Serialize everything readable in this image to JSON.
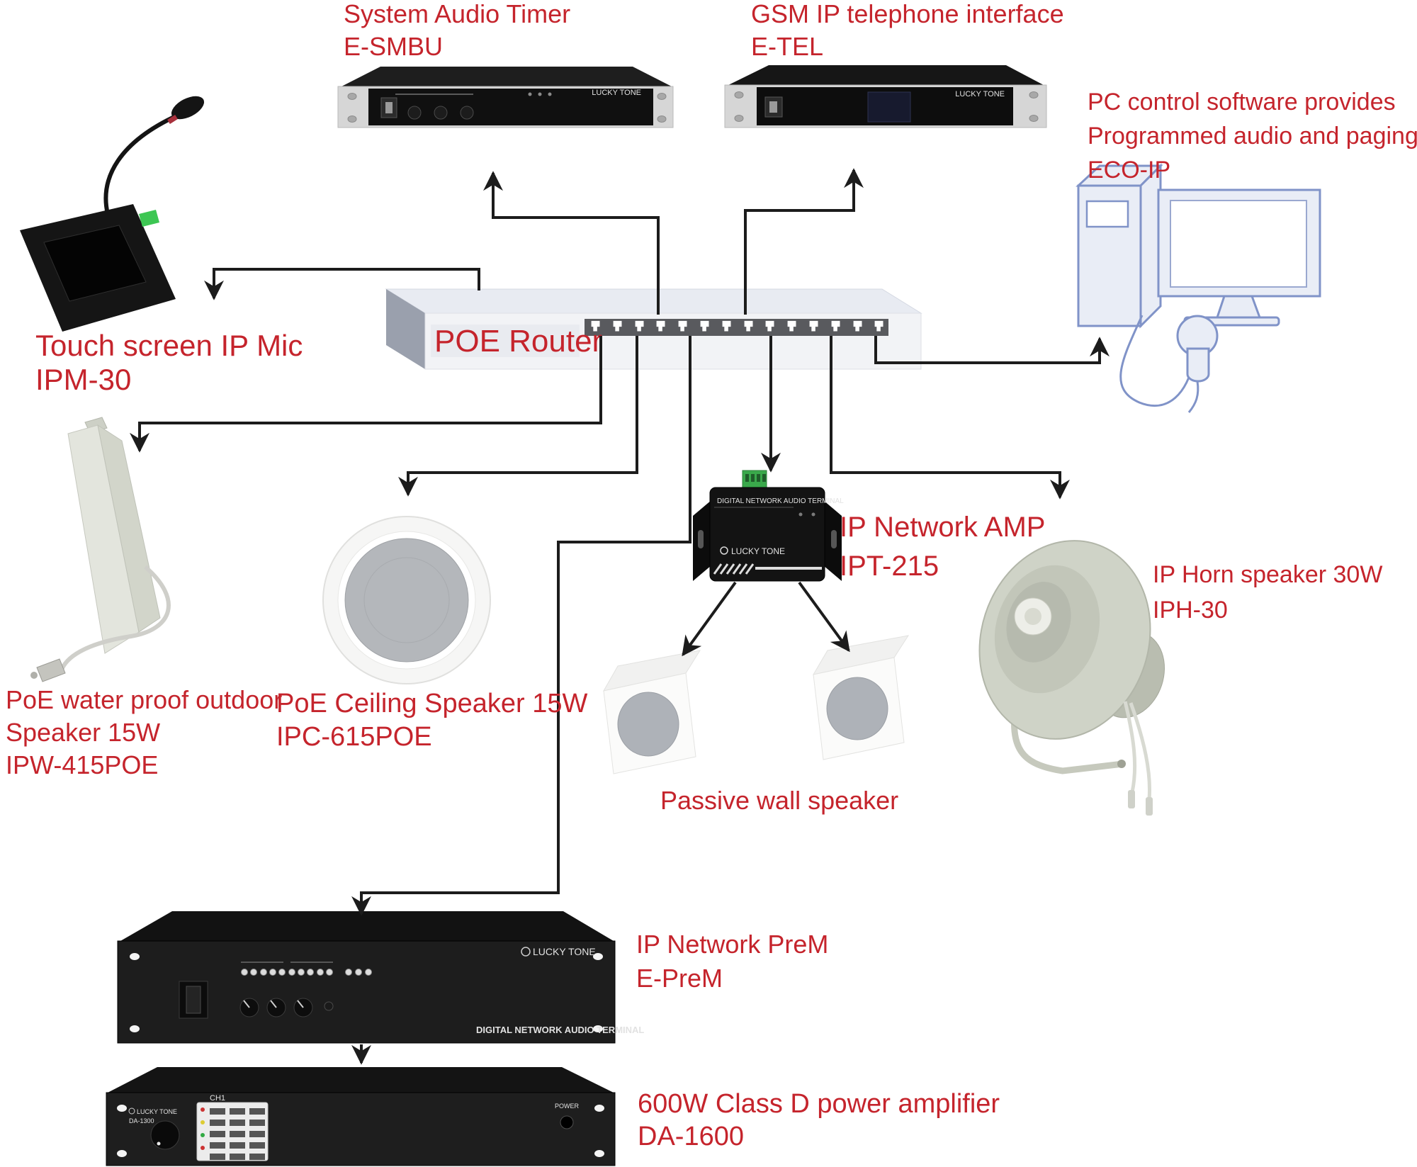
{
  "palette": {
    "label_red": "#c5242c",
    "line_black": "#1c1c1c",
    "pc_blue": "#8093c8",
    "router_port_strip": "#595a5e",
    "terminal_green": "#3aa94b",
    "mic_button_green": "#3dc653"
  },
  "nodes": {
    "system_audio_timer": {
      "lines": [
        "System Audio Timer",
        "E-SMBU"
      ]
    },
    "gsm_interface": {
      "lines": [
        "GSM IP telephone interface",
        "E-TEL"
      ]
    },
    "pc_control": {
      "lines": [
        "PC control software provides",
        "Programmed audio and paging",
        "ECO-IP"
      ]
    },
    "touch_mic": {
      "lines": [
        "Touch screen IP Mic",
        "IPM-30"
      ]
    },
    "poe_router": {
      "label": "POE Router"
    },
    "outdoor_speaker": {
      "lines": [
        "PoE water proof outdoor",
        "Speaker 15W",
        "IPW-415POE"
      ]
    },
    "ceiling_speaker": {
      "lines": [
        "PoE Ceiling Speaker 15W",
        "IPC-615POE"
      ]
    },
    "network_amp": {
      "lines": [
        "IP Network AMP",
        "IPT-215"
      ]
    },
    "horn_speaker": {
      "lines": [
        "IP Horn speaker 30W",
        "IPH-30"
      ]
    },
    "wall_speaker": {
      "label": "Passive wall speaker"
    },
    "network_prem": {
      "lines": [
        "IP Network PreM",
        "E-PreM"
      ]
    },
    "power_amp": {
      "lines": [
        "600W Class D power amplifier",
        "DA-1600"
      ]
    }
  },
  "device_marks": {
    "lucky_tone": "LUCKY TONE",
    "digital_terminal": "DIGITAL NETWORK AUDIO TERMINAL",
    "power": "POWER",
    "ch1": "CH1",
    "da_model": "DA-1300"
  }
}
